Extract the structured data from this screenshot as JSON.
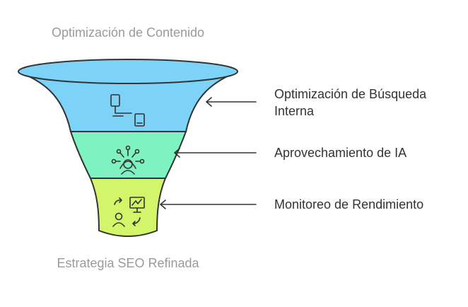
{
  "diagram": {
    "title_top": "Optimización de Contenido",
    "title_bottom": "Estrategia SEO Refinada",
    "stages": [
      {
        "label_line1": "Optimización de Búsqueda",
        "label_line2": "Interna",
        "icon": "devices-icon",
        "color": "#7dd3f7"
      },
      {
        "label_line1": "Aprovechamiento de IA",
        "label_line2": "",
        "icon": "ai-person-network-icon",
        "color": "#7ef2c0"
      },
      {
        "label_line1": "Monitoreo de Rendimiento",
        "label_line2": "",
        "icon": "performance-monitor-icon",
        "color": "#d2f56a"
      }
    ]
  }
}
